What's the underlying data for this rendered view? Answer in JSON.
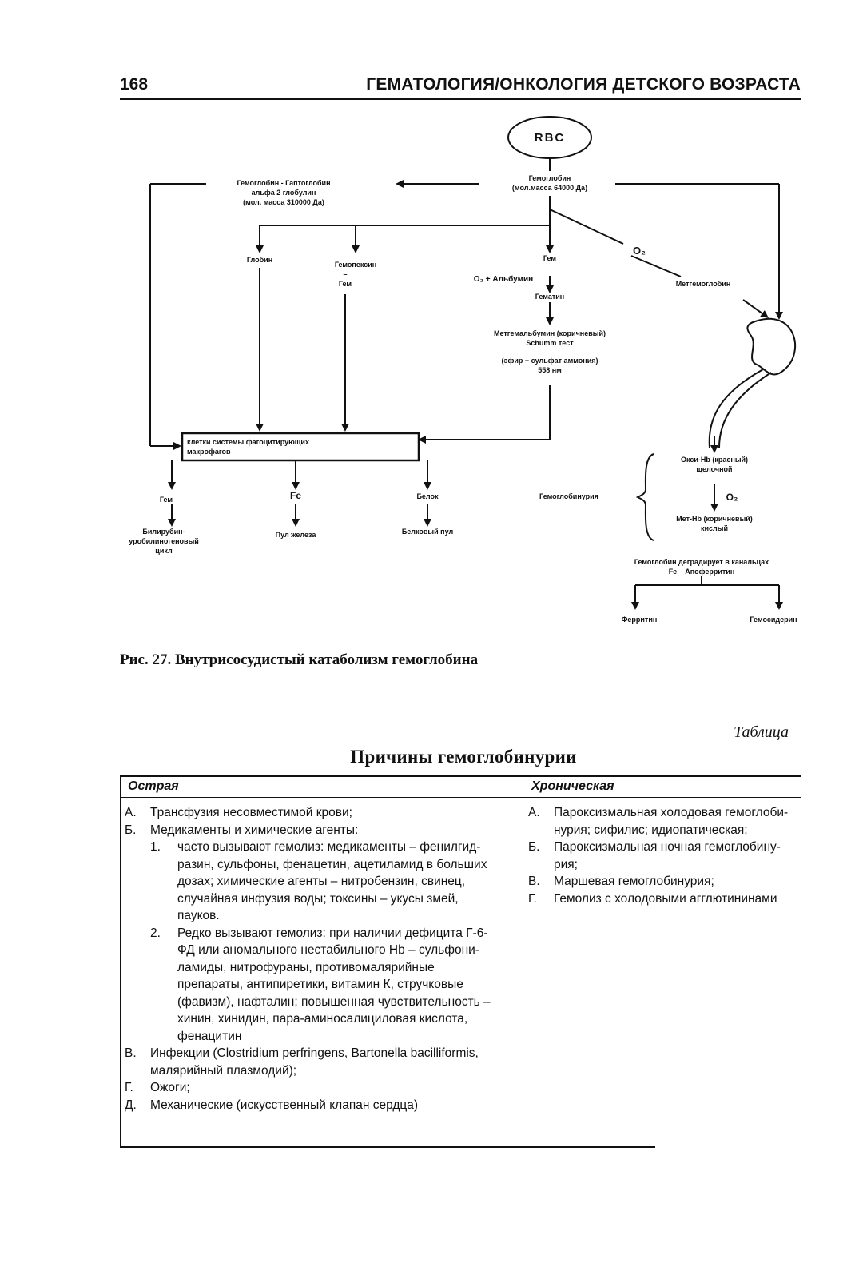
{
  "header": {
    "page_number": "168",
    "running_title": "ГЕМАТОЛОГИЯ/ОНКОЛОГИЯ ДЕТСКОГО ВОЗРАСТА"
  },
  "figure": {
    "rbc": "RBC",
    "hemoglobin": [
      "Гемоглобин",
      "(мол.масса 64000 Да)"
    ],
    "hb_haptoglobin": [
      "Гемоглобин - Гаптоглобин",
      "альфа 2 глобулин",
      "(мол. масса 310000 Да)"
    ],
    "globin": "Глобин",
    "hemopexin": [
      "Гемопексин",
      "–",
      "Гем"
    ],
    "heme_top": "Гем",
    "o2_albumin": "O₂ + Альбумин",
    "hematin": "Гематин",
    "methemalbumin": [
      "Метгемальбумин (коричневый)",
      "Schumm тест",
      "(эфир + сульфат аммония)",
      "558 нм"
    ],
    "o2_right": "O₂",
    "methemoglobin": "Метгемоглобин",
    "macrophages": [
      "клетки системы фагоцитирующих",
      "макрофагов"
    ],
    "heme_bottom": "Гем",
    "fe": "Fe",
    "protein": "Белок",
    "bilirubin": [
      "Билирубин-",
      "уробилиногеновый",
      "цикл"
    ],
    "iron_pool": "Пул железа",
    "protein_pool": "Белковый пул",
    "hemoglobinuria": "Гемоглобинурия",
    "oxy_hb": [
      "Окси-Hb (красный)",
      "щелочной"
    ],
    "o2_bottom": "O₂",
    "met_hb": [
      "Мет-Hb (коричневый)",
      "кислый"
    ],
    "hb_degrades": [
      "Гемоглобин деградирует в канальцах",
      "Fe – Апоферритин"
    ],
    "ferritin": "Ферритин",
    "hemosiderin": "Гемосидерин"
  },
  "caption": "Рис. 27. Внутрисосудистый катаболизм гемоглобина",
  "table": {
    "label": "Таблица",
    "title": "Причины гемоглобинурии",
    "col_acute": "Острая",
    "col_chronic": "Хроническая",
    "acute": {
      "a": {
        "letter": "А.",
        "text": "Трансфузия несовместимой крови;"
      },
      "b": {
        "letter": "Б.",
        "text": "Медикаменты и химические агенты:"
      },
      "b1": {
        "num": "1.",
        "lines": [
          "часто вызывают гемолиз: медикаменты – фенилгид-",
          "разин, сульфоны, фенацетин, ацетиламид в больших",
          "дозах; химические агенты – нитробензин, свинец,",
          "случайная инфузия воды; токсины – укусы змей,",
          "пауков."
        ]
      },
      "b2": {
        "num": "2.",
        "lines": [
          "Редко вызывают гемолиз: при наличии дефицита Г-6-",
          "ФД или аномального нестабильного Hb – сульфони-",
          "ламиды, нитрофураны, противомалярийные",
          "препараты, антипиретики, витамин К, стручковые",
          "(фавизм), нафталин; повышенная чувствительность –",
          "хинин, хинидин, пара-аминосалициловая кислота,",
          "фенацитин"
        ]
      },
      "v": {
        "letter": "В.",
        "lines": [
          "Инфекции (Clostridium perfringens, Bartonella bacilliformis,",
          "малярийный плазмодий);"
        ]
      },
      "g": {
        "letter": "Г.",
        "text": "Ожоги;"
      },
      "d": {
        "letter": "Д.",
        "text": "Механические (искусственный клапан сердца)"
      }
    },
    "chronic": {
      "a": {
        "letter": "А.",
        "lines": [
          "Пароксизмальная холодовая гемоглоби-",
          "нурия; сифилис; идиопатическая;"
        ]
      },
      "b": {
        "letter": "Б.",
        "lines": [
          "Пароксизмальная ночная гемоглобину-",
          "рия;"
        ]
      },
      "v": {
        "letter": "В.",
        "text": "Маршевая гемоглобинурия;"
      },
      "g": {
        "letter": "Г.",
        "text": "Гемолиз с холодовыми агглютининами"
      }
    }
  }
}
